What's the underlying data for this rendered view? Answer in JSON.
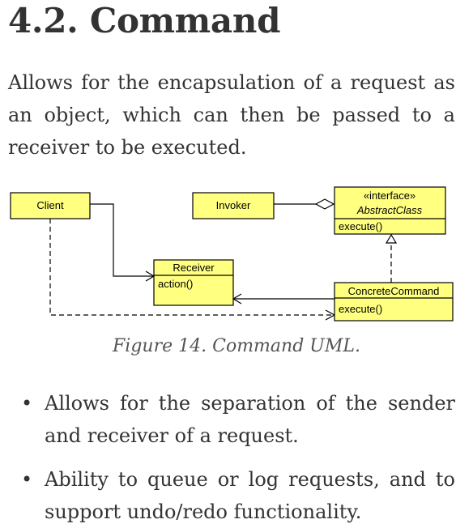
{
  "heading": "4.2. Command",
  "intro": "Allows for the encapsulation of a request as an object, which can then be passed to a receiver to be executed.",
  "figure": {
    "client": "Client",
    "invoker": "Invoker",
    "stereotype": "«interface»",
    "abstract_class": "AbstractClass",
    "abstract_method": "execute()",
    "receiver": "Receiver",
    "receiver_method": "action()",
    "concrete_command": "ConcreteCommand",
    "concrete_method": "execute()",
    "box_fill": "#ffff80",
    "caption": "Figure 14. Command UML."
  },
  "bullets": [
    "Allows for the separation of the sender and receiver of a request.",
    "Ability to queue or log requests, and to support undo/redo functionality."
  ]
}
